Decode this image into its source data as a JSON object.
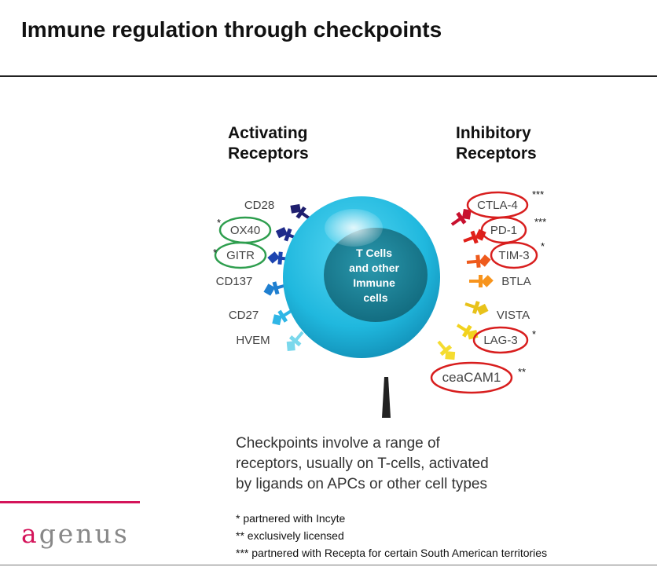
{
  "title": "Immune regulation through checkpoints",
  "activating": {
    "heading": "Activating\nReceptors",
    "receptors": [
      {
        "label": "CD28",
        "circled": false,
        "star": "",
        "color": "#1f1f6e"
      },
      {
        "label": "OX40",
        "circled": true,
        "star": "*",
        "color": "#1f2a8a"
      },
      {
        "label": "GITR",
        "circled": true,
        "star": "*",
        "color": "#1c44b0"
      },
      {
        "label": "CD137",
        "circled": false,
        "star": "",
        "color": "#1f7fd0"
      },
      {
        "label": "CD27",
        "circled": false,
        "star": "",
        "color": "#2fb6e6"
      },
      {
        "label": "HVEM",
        "circled": false,
        "star": "",
        "color": "#7ad8ec"
      }
    ]
  },
  "inhibitory": {
    "heading": "Inhibitory\nReceptors",
    "receptors": [
      {
        "label": "CTLA-4",
        "circled": true,
        "star": "***",
        "color": "#c8102e"
      },
      {
        "label": "PD-1",
        "circled": true,
        "star": "***",
        "color": "#e0201a"
      },
      {
        "label": "TIM-3",
        "circled": true,
        "star": "*",
        "color": "#ee5a1c"
      },
      {
        "label": "BTLA",
        "circled": false,
        "star": "",
        "color": "#f7941d"
      },
      {
        "label": "VISTA",
        "circled": false,
        "star": "",
        "color": "#e8c21a"
      },
      {
        "label": "LAG-3",
        "circled": true,
        "star": "*",
        "color": "#f2d21e"
      },
      {
        "label": "ceaCAM1",
        "circled": true,
        "star": "**",
        "color": "#f5dc30"
      }
    ]
  },
  "cell": {
    "label_lines": [
      "T Cells",
      "and other",
      "Immune",
      "cells"
    ],
    "outer_color": "#2ec4e6",
    "nucleus_color": "#1a7f93"
  },
  "caption": "Checkpoints involve a range of\nreceptors, usually on T-cells, activated\nby ligands on APCs or other cell types",
  "footnotes": [
    "* partnered with Incyte",
    "** exclusively licensed",
    "*** partnered with Recepta for certain South American territories"
  ],
  "logo": {
    "first_letter": "a",
    "rest": "genus",
    "accent_color": "#d4145a"
  },
  "colors": {
    "circle_activating": "#2e9e4e",
    "circle_inhibitory": "#d81e1e"
  }
}
